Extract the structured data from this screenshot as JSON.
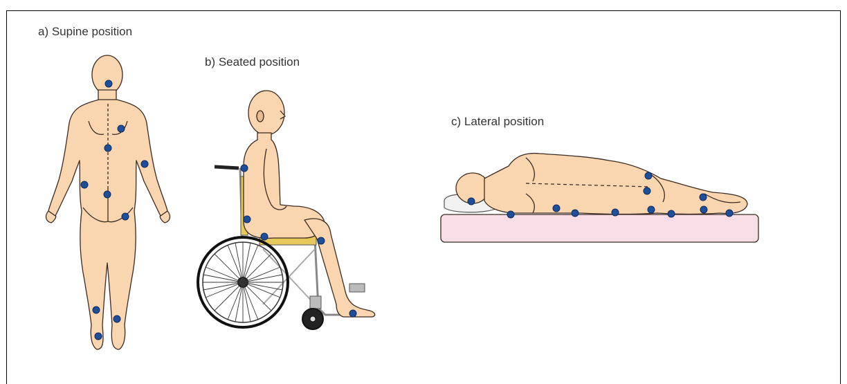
{
  "labels": {
    "a": "a) Supine position",
    "b": "b) Seated position",
    "c": "c) Lateral position"
  },
  "colors": {
    "skin": "#f9d6b0",
    "outline": "#3a2a20",
    "pressure_point": "#1f4e9a",
    "mattress": "#f6dde6",
    "pillow": "#f2f2f2",
    "seat": "#e6c95a"
  }
}
